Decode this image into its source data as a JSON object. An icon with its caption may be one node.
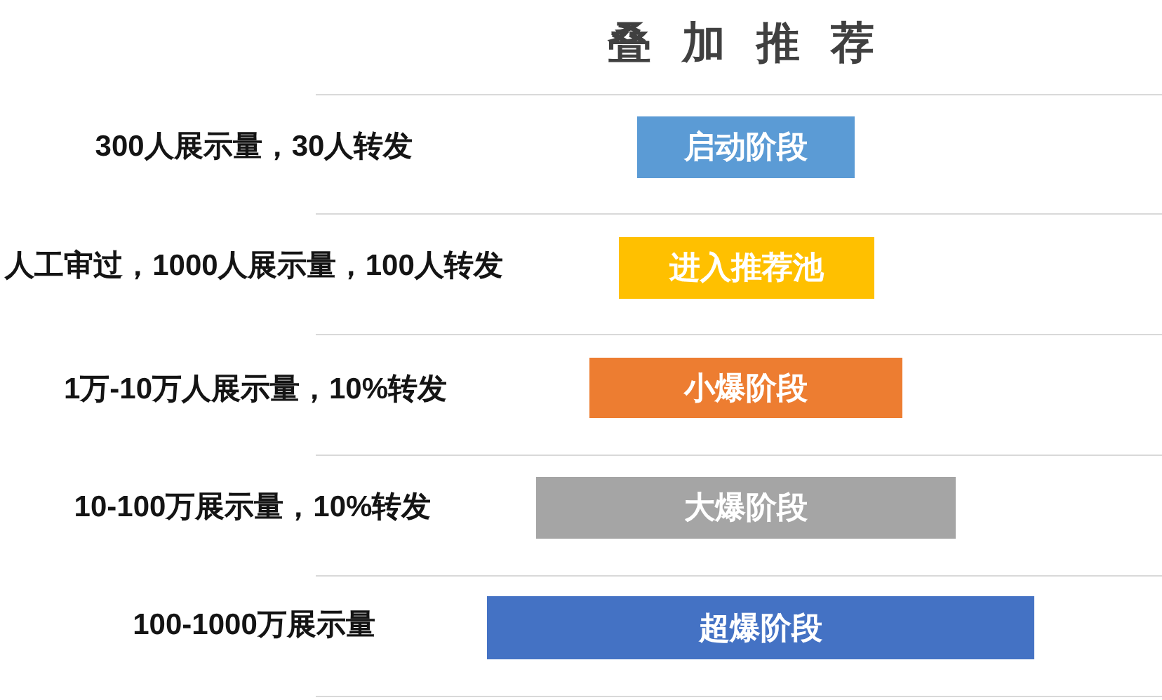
{
  "diagram": {
    "title": "叠加推荐",
    "nodes": [
      {
        "text": [
          "启动阶段"
        ]
      },
      {
        "text": [
          "进入推荐池"
        ]
      },
      {
        "text": [
          "小爆阶段"
        ]
      },
      {
        "text": [
          "大爆阶段"
        ]
      },
      {
        "text": [
          "超爆阶段"
        ]
      }
    ],
    "labels": [
      "300人展示量，30人转发",
      "人工审过，1000人展示量，100人转发",
      "1万-10万人展示量，10%转发",
      "10-100万展示量，10%转发",
      "100-1000万展示量"
    ]
  }
}
